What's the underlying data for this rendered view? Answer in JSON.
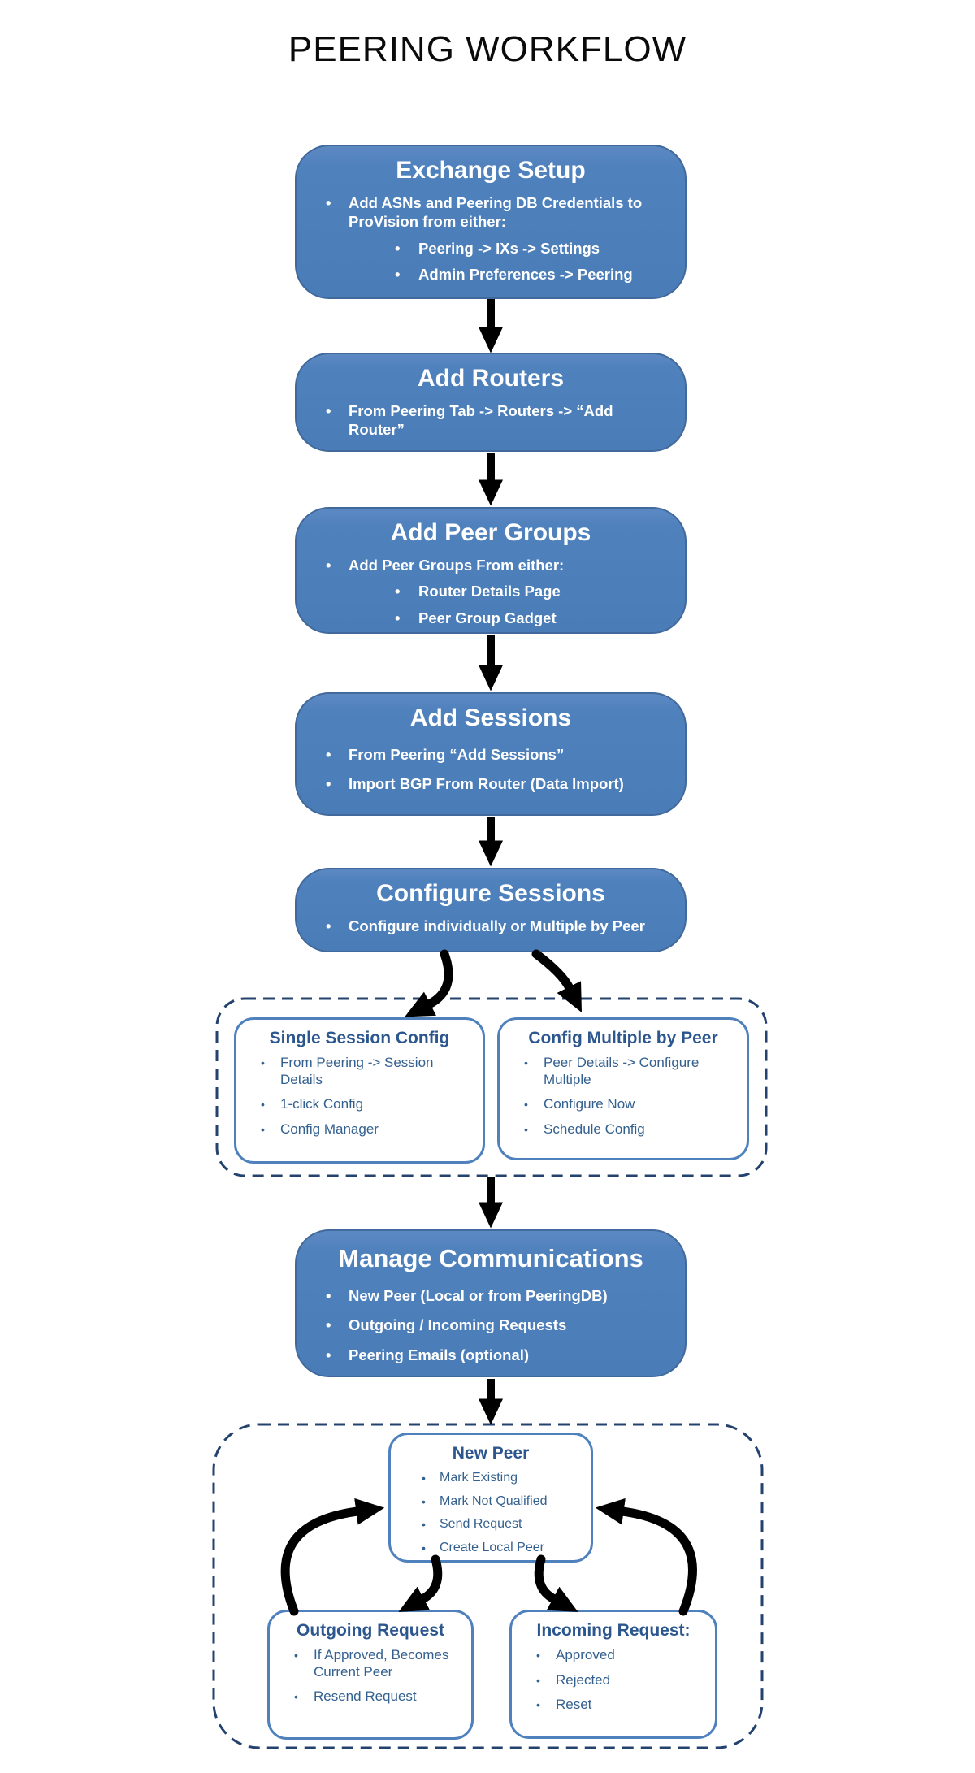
{
  "title": "PEERING WORKFLOW",
  "colors": {
    "node_fill": "#4F81BD",
    "node_border": "#41699C",
    "white_box_border": "#4F81BD",
    "white_box_text": "#2E5C94",
    "dashed_container_border": "#24426E",
    "arrow": "#000000"
  },
  "nodes": {
    "exchange_setup": {
      "title": "Exchange Setup",
      "items": [
        "Add ASNs and Peering DB Credentials to ProVision from either:",
        "Peering -> IXs -> Settings",
        "Admin Preferences -> Peering"
      ]
    },
    "add_routers": {
      "title": "Add Routers",
      "items": [
        "From Peering Tab -> Routers -> “Add Router”"
      ]
    },
    "add_peer_groups": {
      "title": "Add Peer Groups",
      "items": [
        "Add Peer Groups From either:",
        "Router Details Page",
        "Peer Group Gadget"
      ]
    },
    "add_sessions": {
      "title": "Add Sessions",
      "items": [
        "From Peering “Add Sessions”",
        "Import BGP From Router (Data Import)"
      ]
    },
    "configure_sessions": {
      "title": "Configure Sessions",
      "items": [
        "Configure individually or Multiple by Peer"
      ]
    },
    "single_session_config": {
      "title": "Single Session Config",
      "items": [
        "From Peering -> Session Details",
        "1-click Config",
        "Config Manager"
      ]
    },
    "config_multiple_by_peer": {
      "title": "Config Multiple by Peer",
      "items": [
        "Peer Details -> Configure Multiple",
        "Configure Now",
        "Schedule Config"
      ]
    },
    "manage_communications": {
      "title": "Manage Communications",
      "items": [
        "New Peer (Local or from PeeringDB)",
        "Outgoing / Incoming Requests",
        "Peering Emails (optional)"
      ]
    },
    "new_peer": {
      "title": "New Peer",
      "items": [
        "Mark Existing",
        "Mark Not Qualified",
        "Send Request",
        "Create Local Peer"
      ]
    },
    "outgoing_request": {
      "title": "Outgoing Request",
      "items": [
        "If Approved, Becomes Current Peer",
        "Resend Request"
      ]
    },
    "incoming_request": {
      "title": "Incoming Request:",
      "items": [
        "Approved",
        "Rejected",
        "Reset"
      ]
    }
  }
}
